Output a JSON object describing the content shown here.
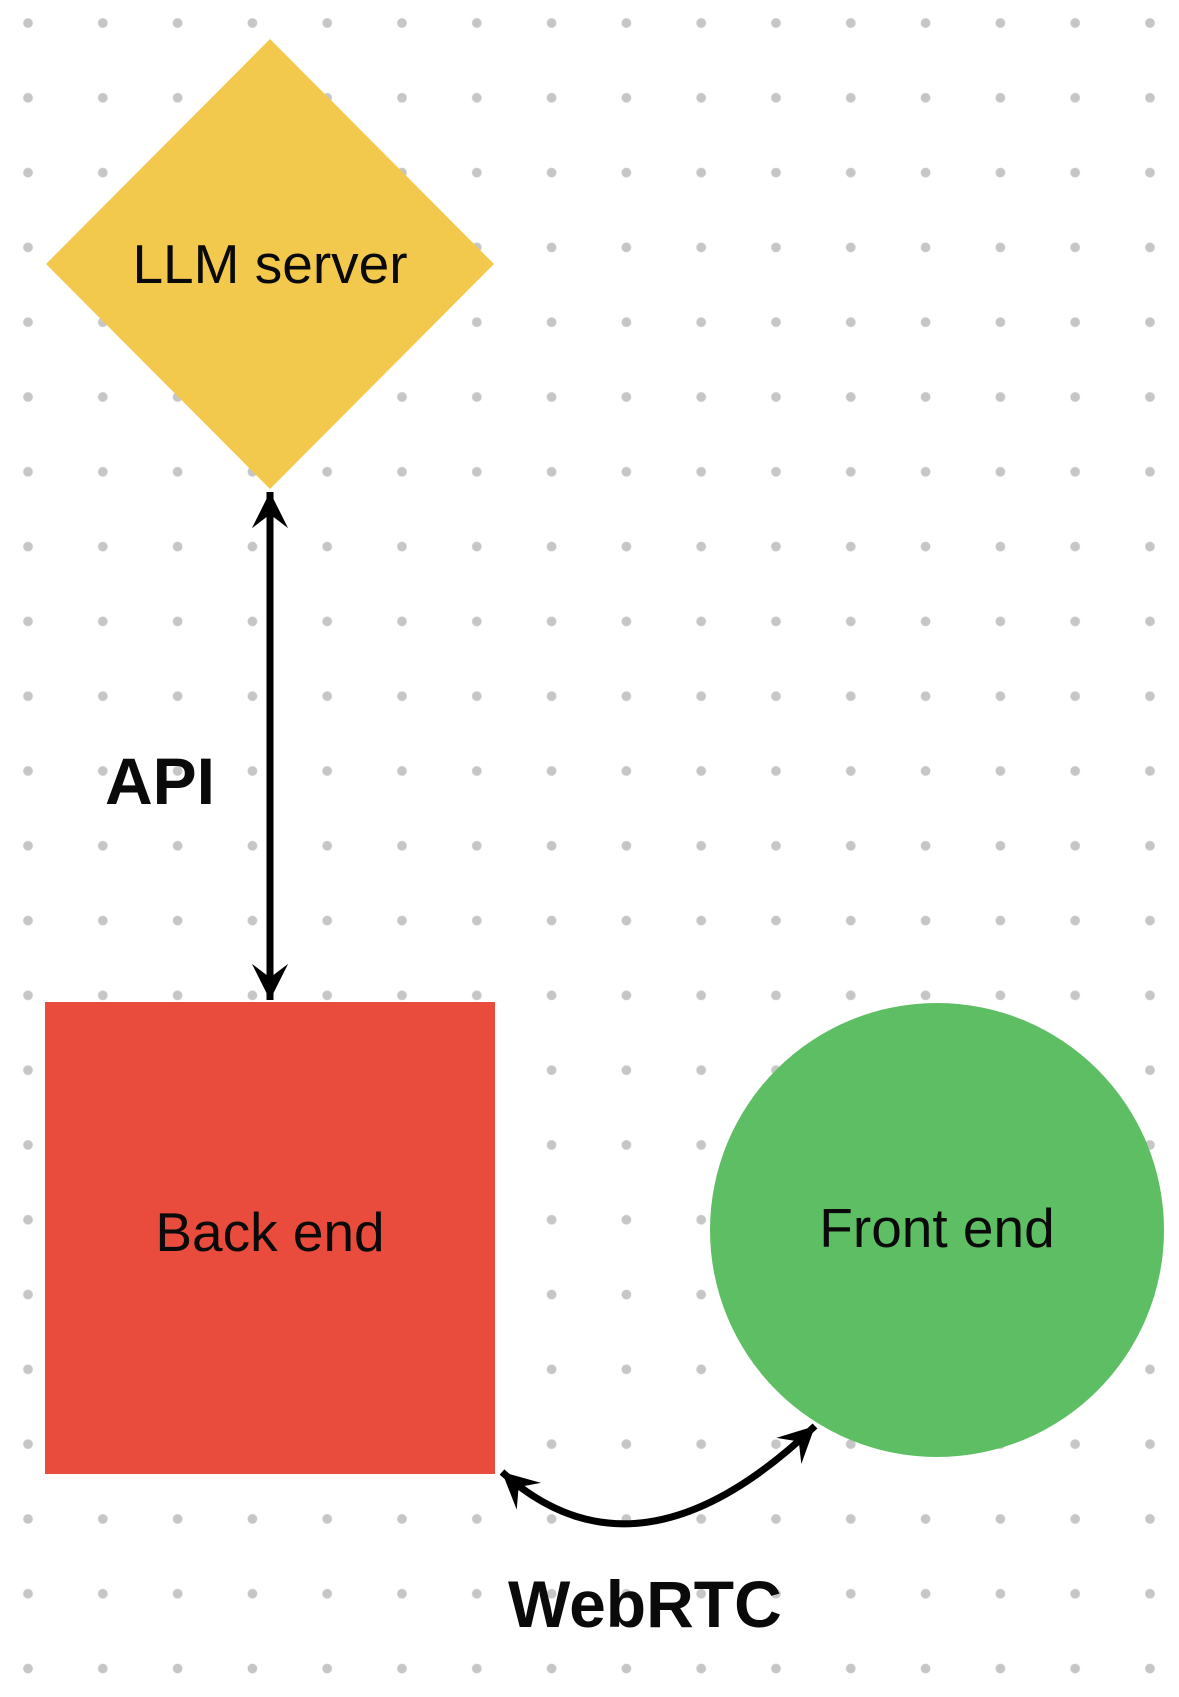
{
  "canvas": {
    "background_color": "#ffffff",
    "dot_grid_color": "#c6c6c6"
  },
  "nodes": [
    {
      "id": "llm-server",
      "shape": "diamond",
      "label": "LLM server",
      "color": "#f2c94c",
      "text_color": "#0a0a0a"
    },
    {
      "id": "back-end",
      "shape": "square",
      "label": "Back end",
      "color": "#e94c3c",
      "text_color": "#0a0a0a"
    },
    {
      "id": "front-end",
      "shape": "circle",
      "label": "Front end",
      "color": "#5dbe63",
      "text_color": "#0a0a0a"
    }
  ],
  "edges": [
    {
      "id": "api",
      "label": "API",
      "type": "double-headed-straight-arrow",
      "from": "llm-server",
      "to": "back-end",
      "color": "#000000"
    },
    {
      "id": "webrtc",
      "label": "WebRTC",
      "type": "double-headed-curved-arrow",
      "from": "back-end",
      "to": "front-end",
      "color": "#000000"
    }
  ]
}
